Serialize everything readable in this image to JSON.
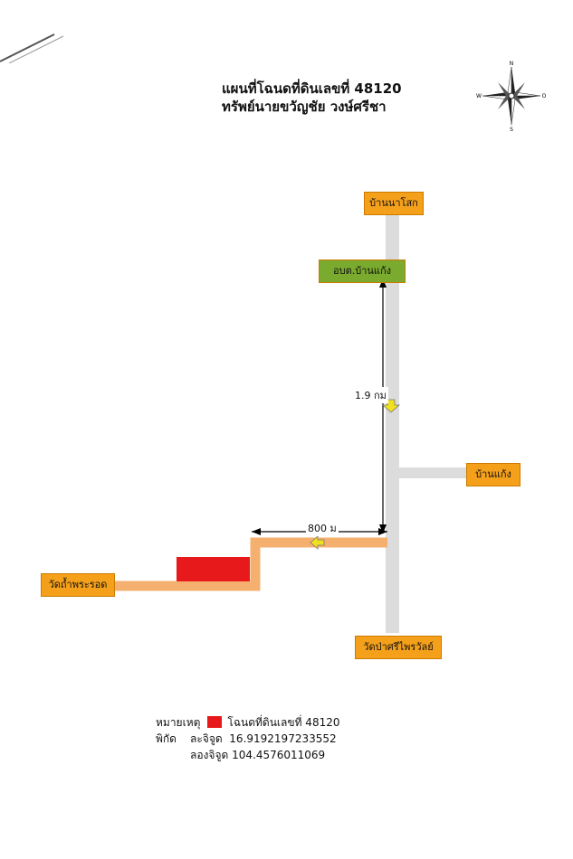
{
  "title": {
    "line1": "แผนที่โฉนดที่ดินเลขที่  48120",
    "line2": "ทรัพย์นายขวัญชัย  วงษ์ศรีชา"
  },
  "compass": {
    "n": "N",
    "s": "S",
    "e": "O",
    "w": "W"
  },
  "places": {
    "ban_na_sok": "บ้านนาโสก",
    "obt_ban_kaeng": "อบต.บ้านแก้ง",
    "ban_kaeng": "บ้านแก้ง",
    "wat_tham_phra_rod": "วัดถ้ำพระรอด",
    "wat_pa_si_phrawan": "วัดป่าศรีไพรวัลย์"
  },
  "distances": {
    "vertical": "1.9 กม",
    "horizontal": "800 ม"
  },
  "legend": {
    "label": "หมายเหตุ",
    "item": "โฉนดที่ดินเลขที่   48120",
    "coords_label": "พิกัด",
    "lat_label": "ละจิจูด",
    "lat_value": "16.9192197233552",
    "lon_label": "ลองจิจูด",
    "lon_value": "104.4576011069"
  },
  "colors": {
    "road": "#dcdcdc",
    "route": "#f5b070",
    "parcel": "#e8191a",
    "place": "#f5a01a",
    "office": "#7aaa2e",
    "arrow": "#f0e020"
  }
}
